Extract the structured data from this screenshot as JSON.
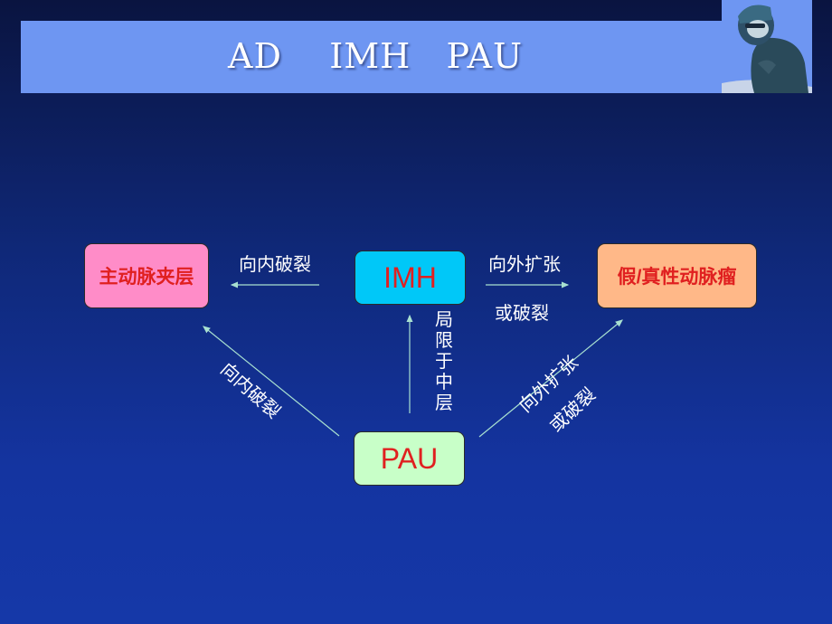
{
  "title": "AD    IMH   PAU",
  "nodes": {
    "dissection": "主动脉夹层",
    "imh": "IMH",
    "aneurysm": "假/真性动脉瘤",
    "pau": "PAU"
  },
  "edges": {
    "imh_to_dissection": "向内破裂",
    "imh_to_aneurysm_line1": "向外扩张",
    "imh_to_aneurysm_line2": "或破裂",
    "pau_to_imh": "局限于中层",
    "pau_to_dissection": "向内破裂",
    "pau_to_aneurysm_line1": "向外扩张",
    "pau_to_aneurysm_line2": "或破裂"
  },
  "colors": {
    "title_bar": "#6e96f2",
    "node_text": "#e02020",
    "dissection_fill": "#ff8cc8",
    "imh_fill": "#00c8f8",
    "aneurysm_fill": "#ffb888",
    "pau_fill": "#c8ffc8",
    "arrow": "#a8e0d0"
  }
}
